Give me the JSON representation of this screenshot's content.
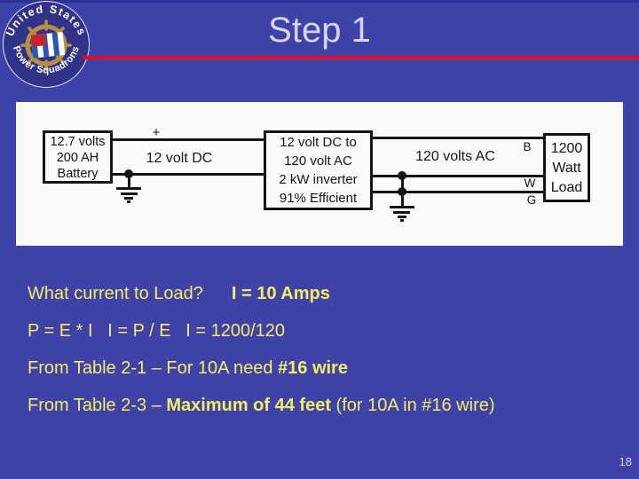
{
  "colors": {
    "bg": "#3f42a9",
    "bg-edge": "#2f319a",
    "accent": "#e01222",
    "title": "#d5d6f1",
    "yellow": "#f2ee62",
    "panel": "#fafaf8",
    "ink": "#151515",
    "pagenum": "#d4d4e4",
    "logo-navy": "#31338a",
    "gold": "#b5913f",
    "flag-blue": "#2a58b0",
    "flag-red": "#cf2030"
  },
  "header": {
    "title": "Step 1"
  },
  "logo": {
    "arc_top": "United States",
    "arc_bottom": "Power Squadrons"
  },
  "diagram": {
    "battery": {
      "line1": "12.7 volts",
      "line2": "200 AH",
      "line3": "Battery"
    },
    "plus_sign": "+",
    "dc_wire_label": "12 volt DC",
    "inverter": {
      "line1": "12 volt DC to",
      "line2": "120 volt AC",
      "line3": "2 kW inverter",
      "line4": "91% Efficient"
    },
    "ac_wire_label": "120 volts AC",
    "wire_b": "B",
    "wire_w": "W",
    "wire_g": "G",
    "load": {
      "line1": "1200",
      "line2": "Watt",
      "line3": "Load"
    }
  },
  "body": {
    "line1": {
      "q": "What current to Load?",
      "a": "I = 10 Amps"
    },
    "line2": "P = E * I   I = P / E   I = 1200/120",
    "line3": {
      "pre": "From Table 2-1 – For 10A need ",
      "bold": "#16 wire"
    },
    "line4": {
      "pre": "From Table 2-3 – ",
      "bold": "Maximum of 44 feet",
      "post": " (for 10A in #16 wire)"
    }
  },
  "footer": {
    "page_number": "18"
  }
}
